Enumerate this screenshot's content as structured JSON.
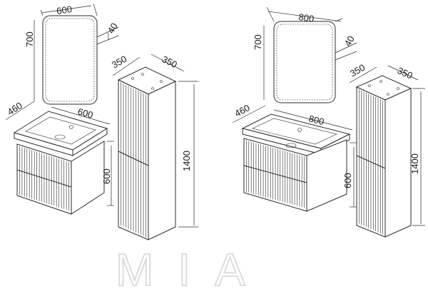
{
  "left_set": {
    "mirror": {
      "width": "600",
      "height": "700",
      "depth": "40"
    },
    "cabinet": {
      "width": "600",
      "depth": "460",
      "height": "600"
    },
    "column": {
      "width": "350",
      "depth": "350",
      "height": "1400"
    }
  },
  "right_set": {
    "mirror": {
      "width": "800",
      "height": "700",
      "depth": "40"
    },
    "cabinet": {
      "width": "800",
      "depth": "460",
      "height": "600"
    },
    "column": {
      "width": "350",
      "depth": "350",
      "height": "1400"
    }
  },
  "brand": {
    "logo_text": "MIA",
    "color": "#dcdcdc"
  },
  "line_color": "#2b2b2b"
}
